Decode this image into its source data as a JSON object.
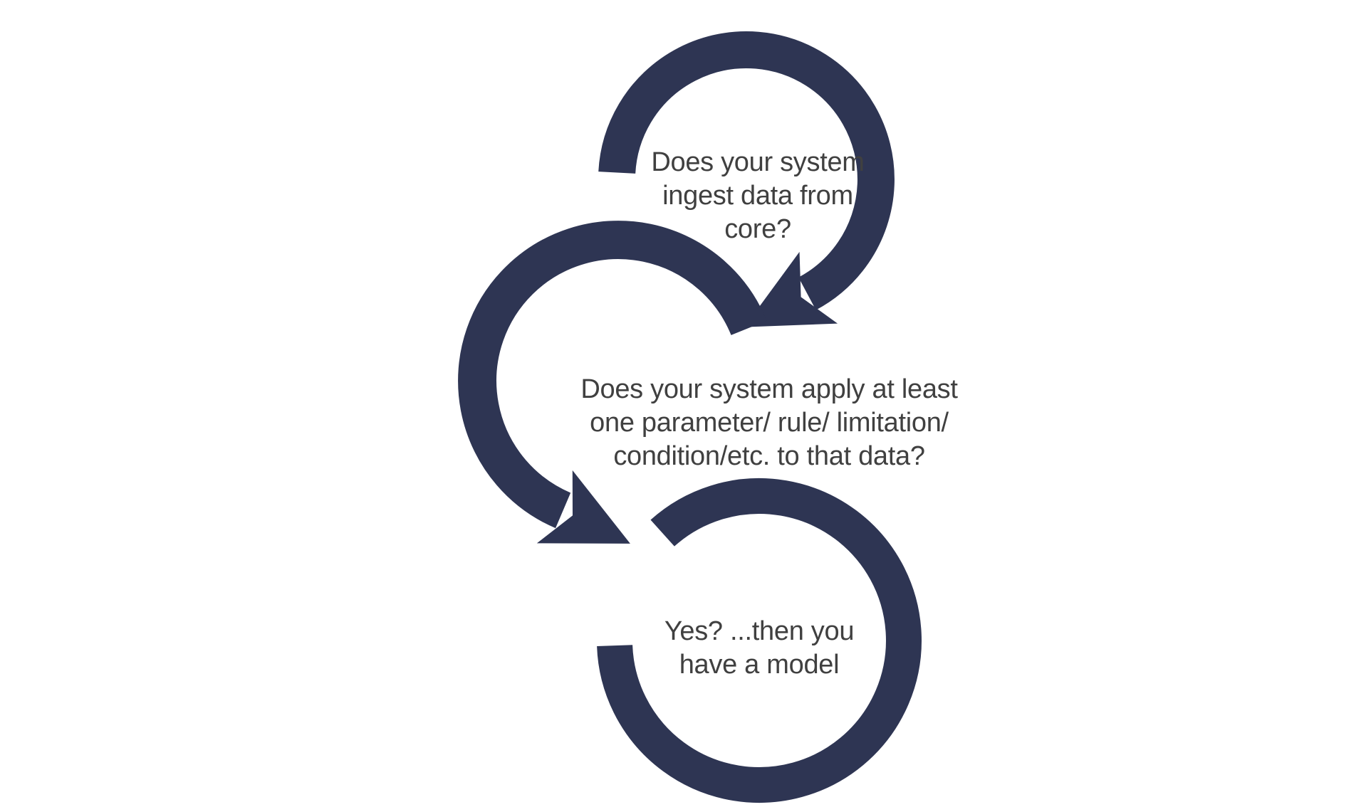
{
  "diagram": {
    "title_hint": "model-definition cycle flow",
    "background_color": "#ffffff",
    "arrow_color": "#2E3553",
    "text_color": "#404040",
    "steps": [
      {
        "id": 1,
        "lines": [
          "Does your system",
          "ingest data from",
          "core?"
        ]
      },
      {
        "id": 2,
        "lines": [
          "Does your system apply at least",
          "one parameter/ rule/ limitation/",
          "condition/etc. to that data?"
        ]
      },
      {
        "id": 3,
        "lines": [
          "Yes? ...then you",
          "have a model"
        ]
      }
    ]
  }
}
